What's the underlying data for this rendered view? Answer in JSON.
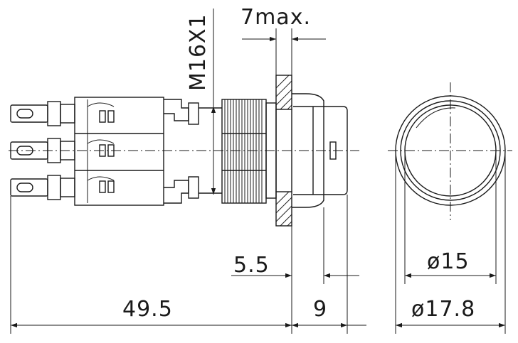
{
  "dimensions": {
    "thread": "M16X1",
    "panel_max": "7max.",
    "flange": "5.5",
    "overall_length": "49.5",
    "front_length": "9",
    "inner_diameter": "ø15",
    "outer_diameter": "ø17.8"
  }
}
